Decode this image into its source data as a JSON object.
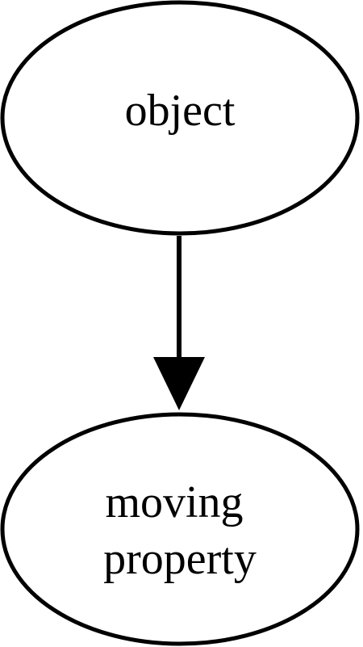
{
  "diagram": {
    "nodes": [
      {
        "id": "object",
        "lines": [
          "object"
        ]
      },
      {
        "id": "moving-property",
        "lines": [
          "moving",
          "property"
        ]
      }
    ],
    "edges": [
      {
        "from": "object",
        "to": "moving-property",
        "directed": true
      }
    ],
    "colors": {
      "stroke": "#000000",
      "fill": "#ffffff"
    }
  }
}
